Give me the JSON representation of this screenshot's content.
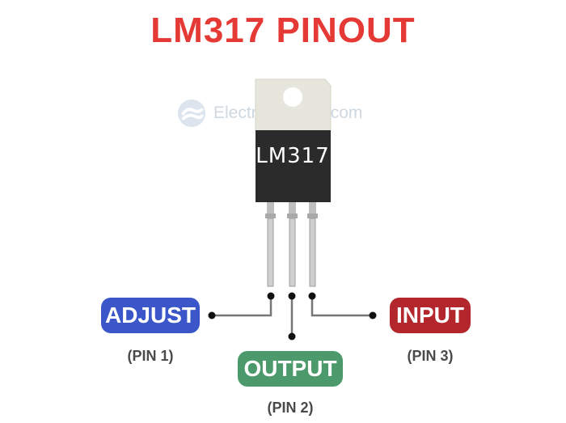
{
  "title": {
    "text": "LM317 PINOUT",
    "color": "#e53935"
  },
  "watermark": {
    "text": "Electrocredible.com"
  },
  "chip": {
    "label": "LM317"
  },
  "pins": [
    {
      "name": "ADJUST",
      "number": "(PIN 1)",
      "color": "#3a56c9"
    },
    {
      "name": "OUTPUT",
      "number": "(PIN 2)",
      "color": "#4c9a6b"
    },
    {
      "name": "INPUT",
      "number": "(PIN 3)",
      "color": "#b3262c"
    }
  ]
}
